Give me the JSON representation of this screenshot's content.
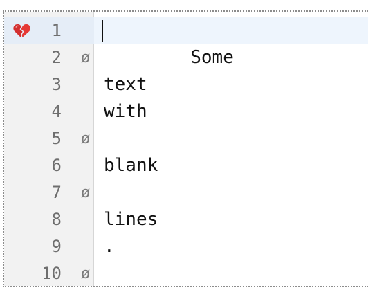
{
  "editor": {
    "empty_line_symbol": "ø",
    "lines": [
      {
        "number": "1",
        "text": "Some",
        "empty": false,
        "active": true,
        "marker": "broken-heart-icon"
      },
      {
        "number": "2",
        "text": "",
        "empty": true
      },
      {
        "number": "3",
        "text": "text",
        "empty": false
      },
      {
        "number": "4",
        "text": "with",
        "empty": false
      },
      {
        "number": "5",
        "text": "",
        "empty": true
      },
      {
        "number": "6",
        "text": "blank",
        "empty": false
      },
      {
        "number": "7",
        "text": "",
        "empty": true
      },
      {
        "number": "8",
        "text": "lines",
        "empty": false
      },
      {
        "number": "9",
        "text": ".",
        "empty": false
      },
      {
        "number": "10",
        "text": "",
        "empty": true
      }
    ]
  },
  "colors": {
    "gutter_bg": "#f2f2f2",
    "active_line_bg": "#eef5fd",
    "marker_red": "#d32f2f"
  }
}
